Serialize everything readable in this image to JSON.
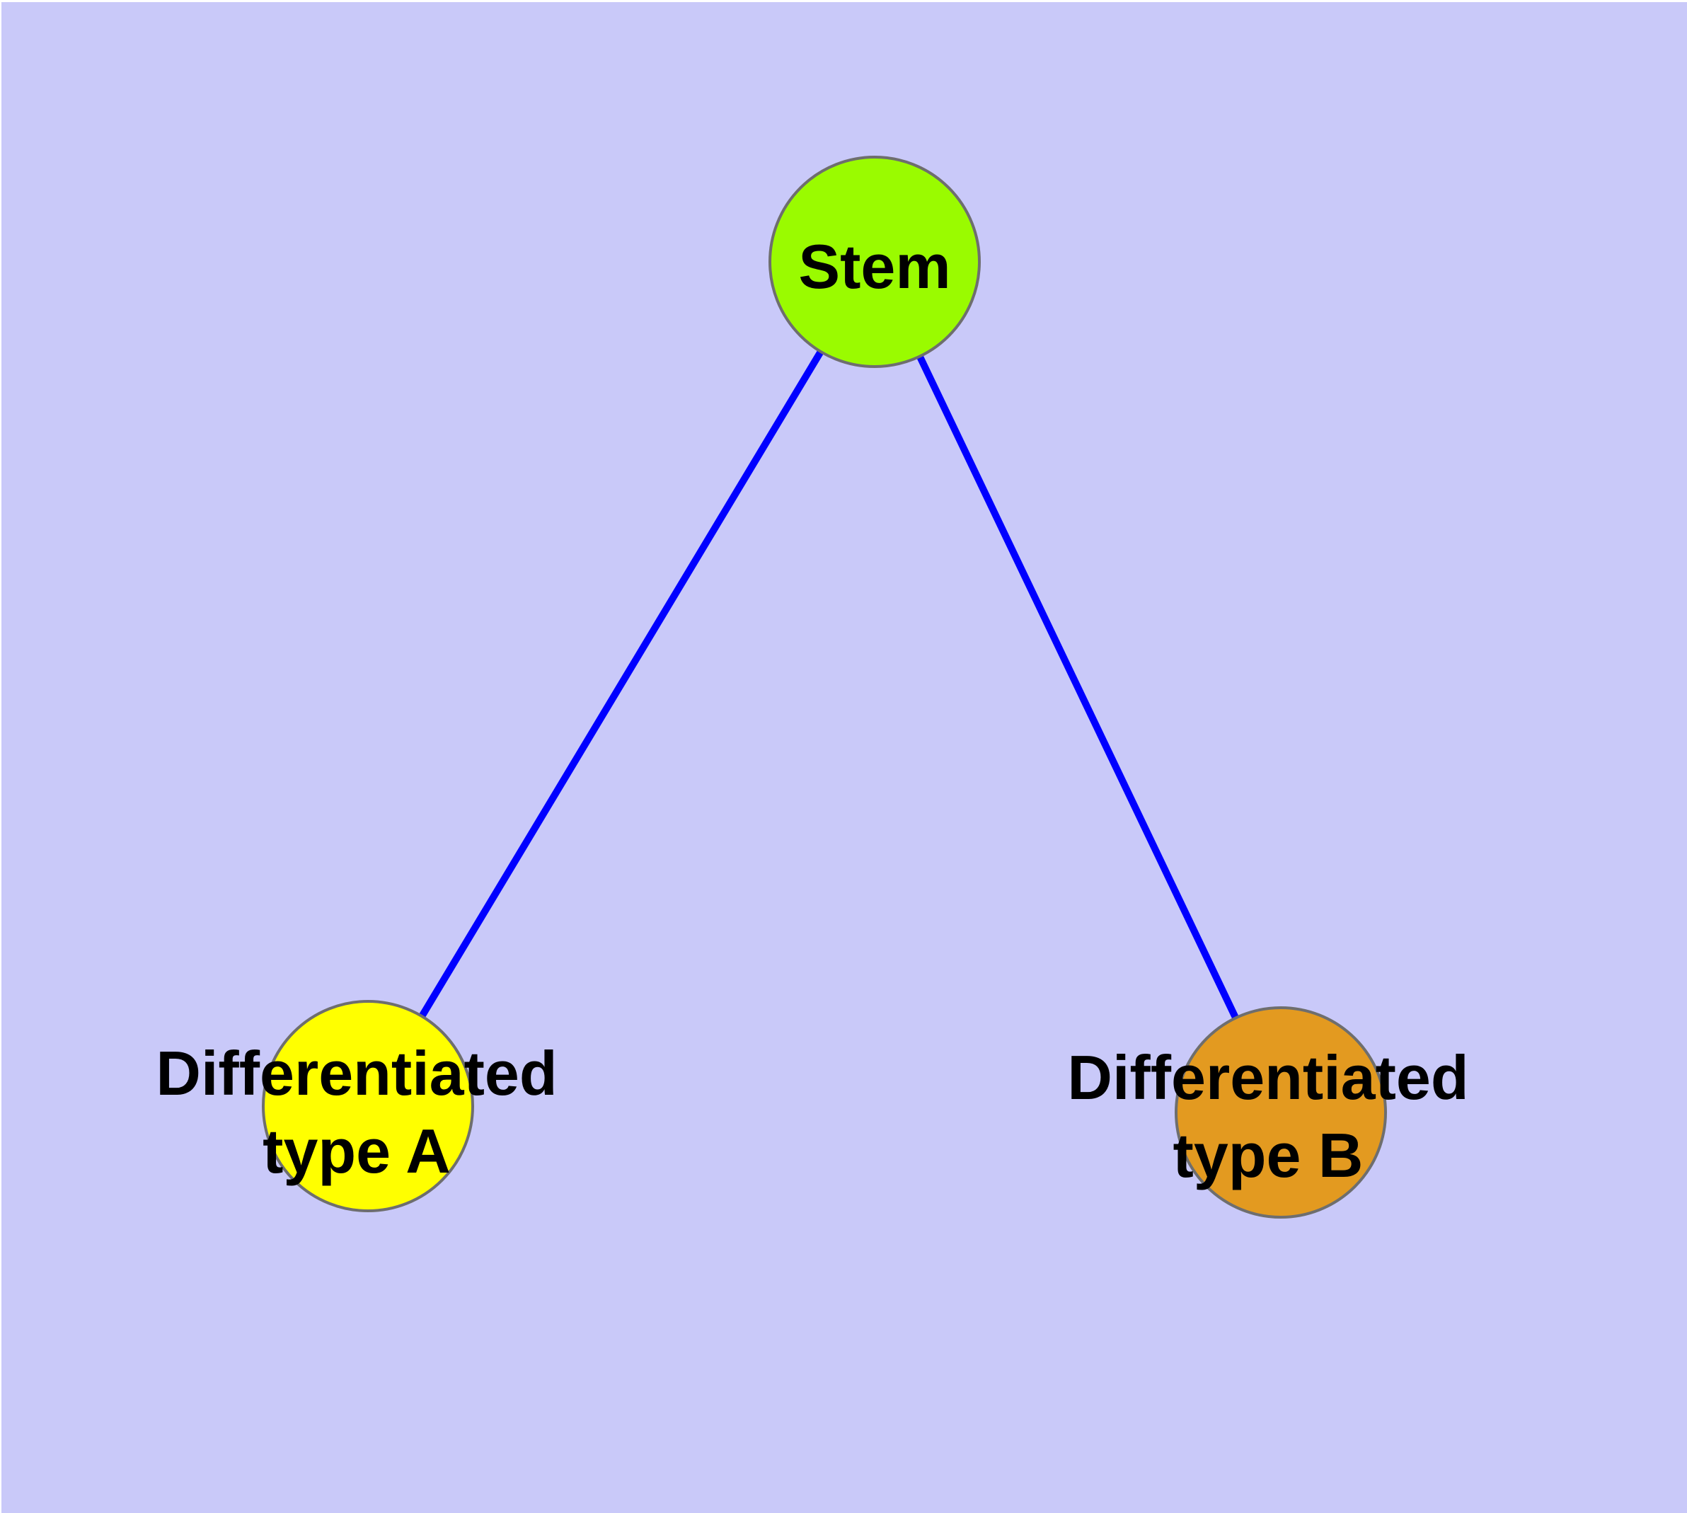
{
  "diagram": {
    "type": "node-link-graph",
    "nodes": [
      {
        "id": "stem",
        "label": "Stem",
        "fill": "#9AFB00"
      },
      {
        "id": "differentiated-type-a",
        "label": "Differentiated\ntype A",
        "fill": "#FFFF00"
      },
      {
        "id": "differentiated-type-b",
        "label": "Differentiated\ntype B",
        "fill": "#E39A20"
      }
    ],
    "edges": [
      {
        "from": "Stem",
        "to": "Differentiated type A"
      },
      {
        "from": "Stem",
        "to": "Differentiated type B"
      }
    ],
    "colors": {
      "background": "#C9C9F9",
      "page_margin": "#FFFFFF",
      "edge": "#0000FF",
      "node_border": "#6E6E6E",
      "label_text": "#000000"
    }
  }
}
